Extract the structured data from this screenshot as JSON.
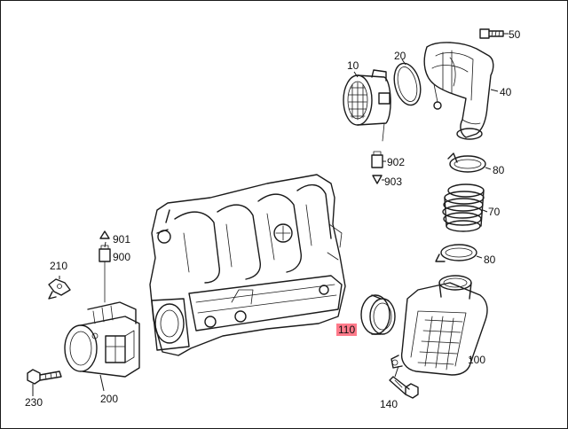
{
  "colors": {
    "highlight": "#ff7a8a",
    "line": "#1a1a1a",
    "background": "#ffffff"
  },
  "labels": {
    "p10": "10",
    "p20": "20",
    "p40": "40",
    "p50": "50",
    "p70": "70",
    "p80a": "80",
    "p80b": "80",
    "p100": "100",
    "p110": "110",
    "p140": "140",
    "p200": "200",
    "p210": "210",
    "p230": "230",
    "p900": "900",
    "p901": "901",
    "p902": "902",
    "p903": "903"
  }
}
